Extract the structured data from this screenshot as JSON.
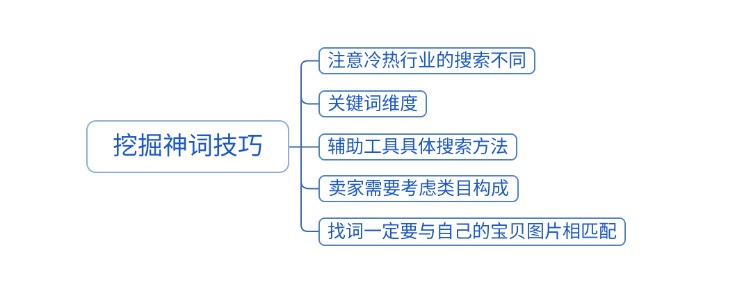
{
  "diagram": {
    "type": "mindmap",
    "root": {
      "label": "挖掘神词技巧"
    },
    "children": [
      {
        "label": "注意冷热行业的搜索不同"
      },
      {
        "label": "关键词维度"
      },
      {
        "label": "辅助工具具体搜索方法"
      },
      {
        "label": "卖家需要考虑类目构成"
      },
      {
        "label": "找词一定要与自己的宝贝图片相匹配"
      }
    ],
    "colors": {
      "background": "#ffffff",
      "text": "#1b58c8",
      "root_border": "#8badde",
      "child_border": "#4f81c7",
      "connector": "#3a67b0"
    }
  }
}
